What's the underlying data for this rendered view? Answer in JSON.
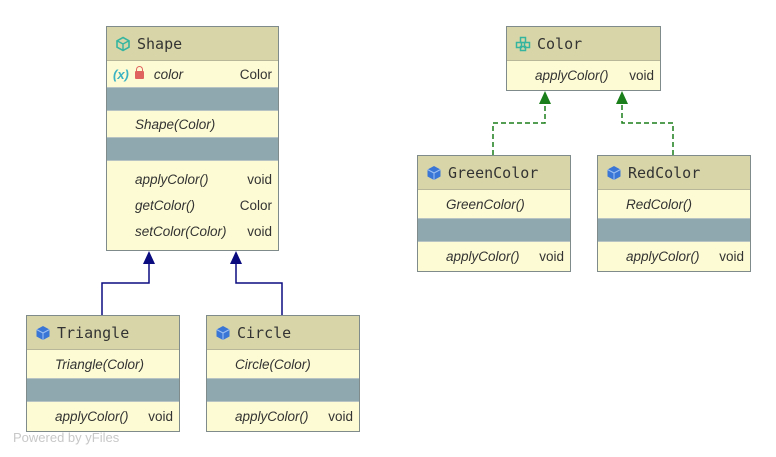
{
  "shape": {
    "title": "Shape",
    "field_visibility": "(x)",
    "field_name": "color",
    "field_type": "Color",
    "constructor": "Shape(Color)",
    "methods": [
      {
        "name": "applyColor()",
        "type": "void"
      },
      {
        "name": "getColor()",
        "type": "Color"
      },
      {
        "name": "setColor(Color)",
        "type": "void"
      }
    ]
  },
  "color": {
    "title": "Color",
    "methods": [
      {
        "name": "applyColor()",
        "type": "void"
      }
    ]
  },
  "triangle": {
    "title": "Triangle",
    "constructor": "Triangle(Color)",
    "methods": [
      {
        "name": "applyColor()",
        "type": "void"
      }
    ]
  },
  "circle": {
    "title": "Circle",
    "constructor": "Circle(Color)",
    "methods": [
      {
        "name": "applyColor()",
        "type": "void"
      }
    ]
  },
  "green_color": {
    "title": "GreenColor",
    "constructor": "GreenColor()",
    "methods": [
      {
        "name": "applyColor()",
        "type": "void"
      }
    ]
  },
  "red_color": {
    "title": "RedColor",
    "constructor": "RedColor()",
    "methods": [
      {
        "name": "applyColor()",
        "type": "void"
      }
    ]
  },
  "edges": [
    {
      "from": "Triangle",
      "to": "Shape",
      "kind": "extends"
    },
    {
      "from": "Circle",
      "to": "Shape",
      "kind": "extends"
    },
    {
      "from": "GreenColor",
      "to": "Color",
      "kind": "implements"
    },
    {
      "from": "RedColor",
      "to": "Color",
      "kind": "implements"
    }
  ],
  "colors": {
    "extends_edge": "#0b0b80",
    "implements_edge": "#1a7f1a",
    "header_bg": "#d8d6a8",
    "body_bg": "#fdfbd3",
    "separator_bg": "#8fa7ae"
  },
  "watermark": "Powered by yFiles"
}
